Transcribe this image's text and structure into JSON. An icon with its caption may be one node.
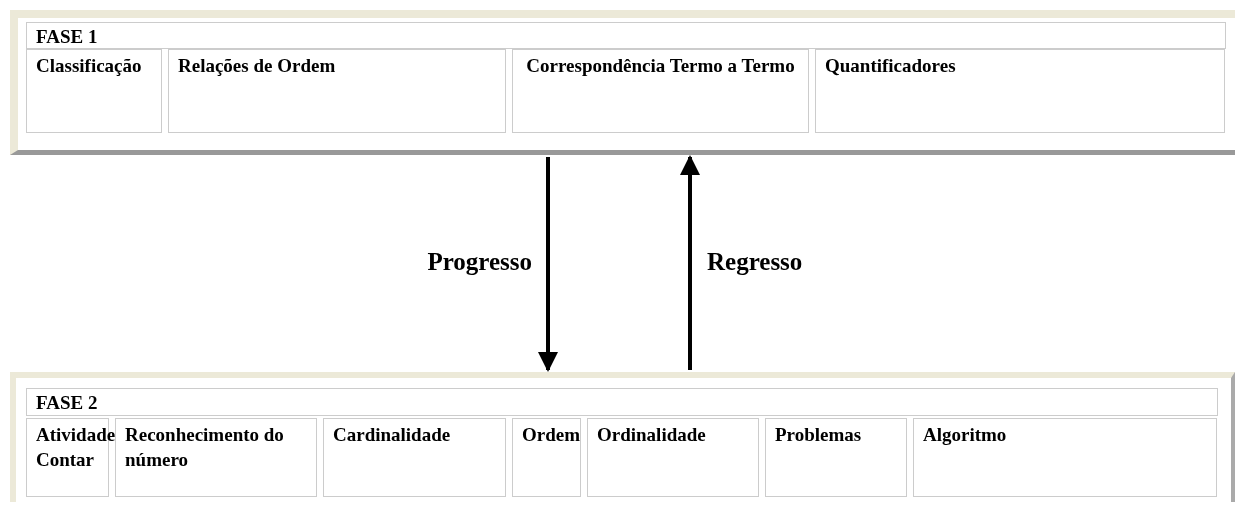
{
  "diagram": {
    "nodes": [
      {
        "text": [
          "FASE 1"
        ]
      },
      {
        "text": [
          "Classificação"
        ],
        "in": 0
      },
      {
        "text": [
          "Relações de Ordem"
        ],
        "in": 0
      },
      {
        "text": [
          "Correspondência Termo a Termo"
        ],
        "in": 0
      },
      {
        "text": [
          "Quantificadores"
        ],
        "in": 0
      },
      {
        "text": [
          "FASE 2"
        ]
      },
      {
        "text": [
          "Atividade Contar"
        ],
        "in": 5
      },
      {
        "text": [
          "Reconhecimento do número"
        ],
        "in": 5
      },
      {
        "text": [
          "Cardinalidade"
        ],
        "in": 5
      },
      {
        "text": [
          "Ordem"
        ],
        "in": 5
      },
      {
        "text": [
          "Ordinalidade"
        ],
        "in": 5
      },
      {
        "text": [
          "Problemas"
        ],
        "in": 5
      },
      {
        "text": [
          "Algoritmo"
        ],
        "in": 5
      }
    ],
    "edges": [
      {
        "from": 0,
        "to": 5,
        "arrow": "to",
        "label": "Progresso"
      },
      {
        "from": 5,
        "to": 0,
        "arrow": "to",
        "label": "Regresso"
      }
    ]
  }
}
